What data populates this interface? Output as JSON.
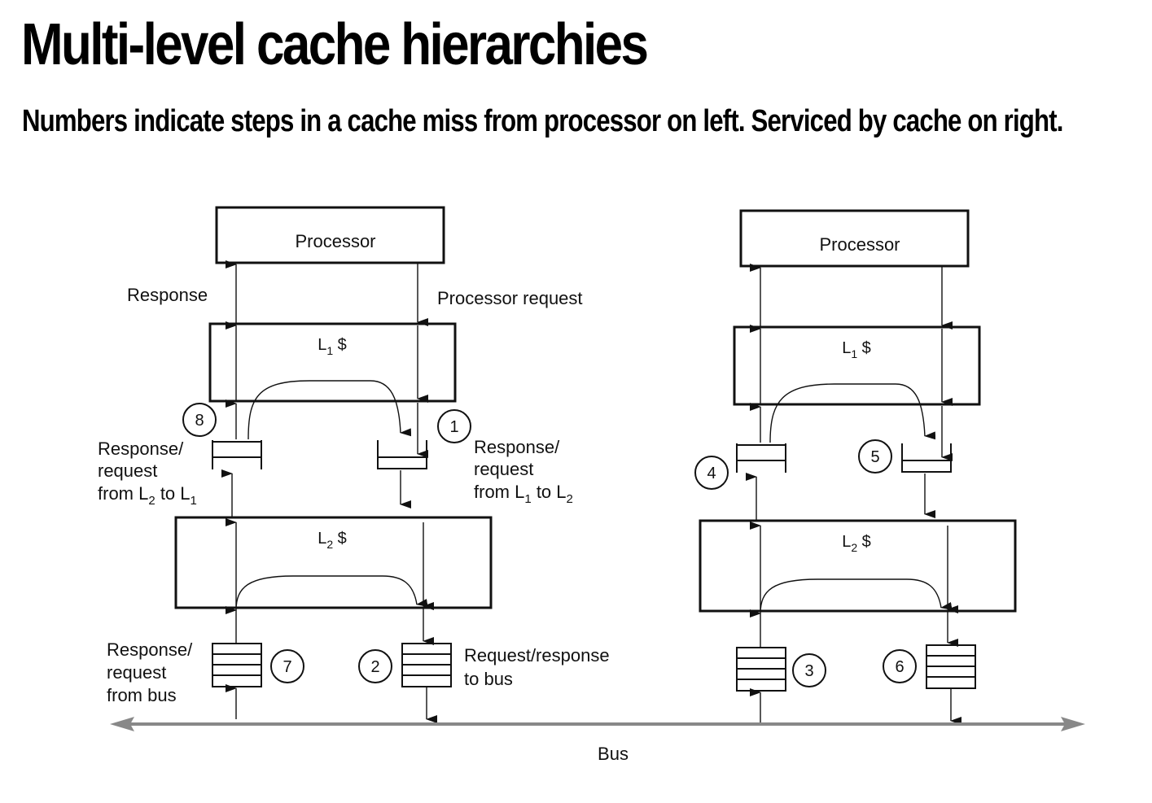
{
  "title": "Multi-level cache hierarchies",
  "subtitle": "Numbers indicate steps in a cache miss from processor on left. Serviced by cache on right.",
  "left": {
    "processor": "Processor",
    "response": "Response",
    "processor_request": "Processor request",
    "l1_prefix": "L",
    "l1_sub": "1",
    "l1_suffix": " $",
    "l2_prefix": "L",
    "l2_sub": "2",
    "l2_suffix": " $",
    "l2_to_l1": {
      "line1": "Response/",
      "line2": "request",
      "line3_a": "from L",
      "line3_sub1": "2",
      "line3_b": " to L",
      "line3_sub2": "1"
    },
    "l1_to_l2": {
      "line1": "Response/",
      "line2": "request",
      "line3_a": "from L",
      "line3_sub1": "1",
      "line3_b": " to L",
      "line3_sub2": "2"
    },
    "from_bus": {
      "line1": "Response/",
      "line2": "request",
      "line3": "from bus"
    },
    "to_bus": {
      "line1": "Request/response",
      "line2": "to bus"
    }
  },
  "right": {
    "processor": "Processor",
    "l1_prefix": "L",
    "l1_sub": "1",
    "l1_suffix": " $",
    "l2_prefix": "L",
    "l2_sub": "2",
    "l2_suffix": " $"
  },
  "steps": [
    "1",
    "2",
    "3",
    "4",
    "5",
    "6",
    "7",
    "8"
  ],
  "bus_label": "Bus"
}
